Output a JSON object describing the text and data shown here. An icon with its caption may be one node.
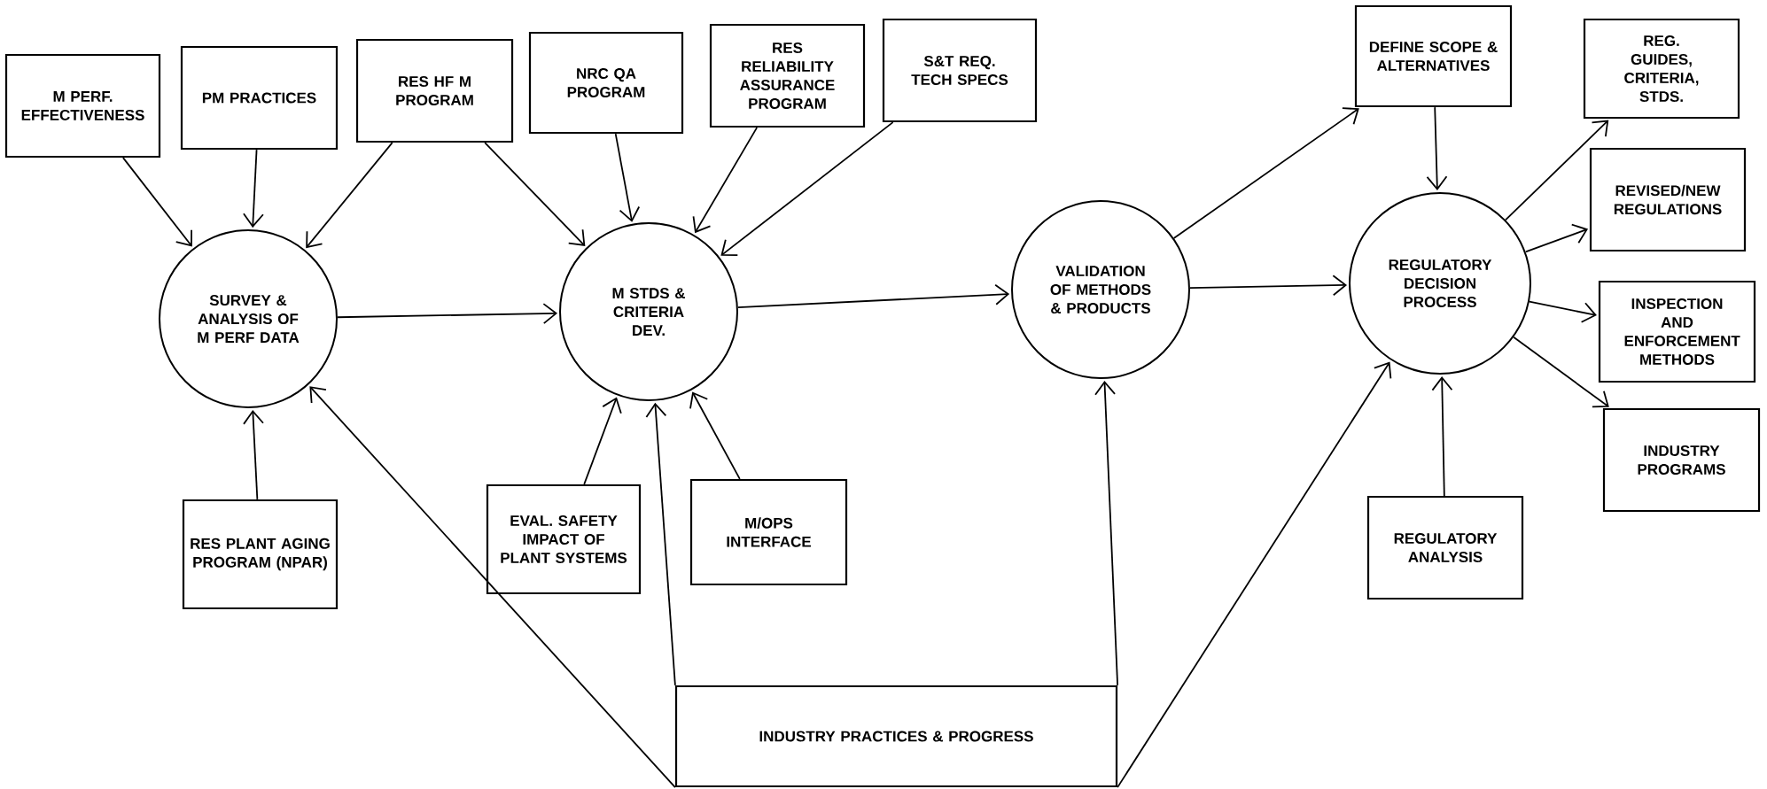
{
  "diagram": {
    "nodes": [
      {
        "text": [
          "M PERF. EFFECTIVENESS"
        ]
      },
      {
        "text": [
          "PM PRACTICES"
        ]
      },
      {
        "text": [
          "RES HF M PROGRAM"
        ]
      },
      {
        "text": [
          "NRC QA PROGRAM"
        ]
      },
      {
        "text": [
          "RES RELIABILITY ASSURANCE PROGRAM"
        ]
      },
      {
        "text": [
          "S&T REQ. TECH SPECS"
        ]
      },
      {
        "text": [
          "DEFINE SCOPE & ALTERNATIVES"
        ]
      },
      {
        "text": [
          "REG. GUIDES, CRITERIA, STDS."
        ]
      },
      {
        "text": [
          "REVISED/NEW REGULATIONS"
        ]
      },
      {
        "text": [
          "INSPECTION AND ENFORCEMENT METHODS"
        ]
      },
      {
        "text": [
          "INDUSTRY PROGRAMS"
        ]
      },
      {
        "text": [
          "SURVEY & ANALYSIS OF M PERF DATA"
        ]
      },
      {
        "text": [
          "M STDS & CRITERIA DEV."
        ]
      },
      {
        "text": [
          "VALIDATION OF METHODS & PRODUCTS"
        ]
      },
      {
        "text": [
          "REGULATORY DECISION PROCESS"
        ]
      },
      {
        "text": [
          "RES PLANT AGING PROGRAM (NPAR)"
        ]
      },
      {
        "text": [
          "EVAL. SAFETY IMPACT OF PLANT SYSTEMS"
        ]
      },
      {
        "text": [
          "M/OPS INTERFACE"
        ]
      },
      {
        "text": [
          "INDUSTRY PRACTICES & PROGRESS"
        ]
      },
      {
        "text": [
          "REGULATORY ANALYSIS"
        ]
      }
    ],
    "edges": [
      {
        "from": 0,
        "to": 11,
        "arrow": "to"
      },
      {
        "from": 1,
        "to": 11,
        "arrow": "to"
      },
      {
        "from": 2,
        "to": 11,
        "arrow": "to"
      },
      {
        "from": 2,
        "to": 12,
        "arrow": "to"
      },
      {
        "from": 3,
        "to": 12,
        "arrow": "to"
      },
      {
        "from": 4,
        "to": 12,
        "arrow": "to"
      },
      {
        "from": 5,
        "to": 12,
        "arrow": "to"
      },
      {
        "from": 11,
        "to": 12,
        "arrow": "to"
      },
      {
        "from": 12,
        "to": 13,
        "arrow": "to"
      },
      {
        "from": 13,
        "to": 6,
        "arrow": "to"
      },
      {
        "from": 13,
        "to": 14,
        "arrow": "to"
      },
      {
        "from": 6,
        "to": 14,
        "arrow": "to"
      },
      {
        "from": 14,
        "to": 7,
        "arrow": "to"
      },
      {
        "from": 14,
        "to": 8,
        "arrow": "to"
      },
      {
        "from": 14,
        "to": 9,
        "arrow": "to"
      },
      {
        "from": 14,
        "to": 10,
        "arrow": "to"
      },
      {
        "from": 15,
        "to": 11,
        "arrow": "to"
      },
      {
        "from": 18,
        "to": 11,
        "arrow": "to"
      },
      {
        "from": 16,
        "to": 12,
        "arrow": "to"
      },
      {
        "from": 17,
        "to": 12,
        "arrow": "to"
      },
      {
        "from": 18,
        "to": 12,
        "arrow": "to"
      },
      {
        "from": 18,
        "to": 13,
        "arrow": "to"
      },
      {
        "from": 18,
        "to": 14,
        "arrow": "to"
      },
      {
        "from": 19,
        "to": 14,
        "arrow": "to"
      }
    ]
  }
}
